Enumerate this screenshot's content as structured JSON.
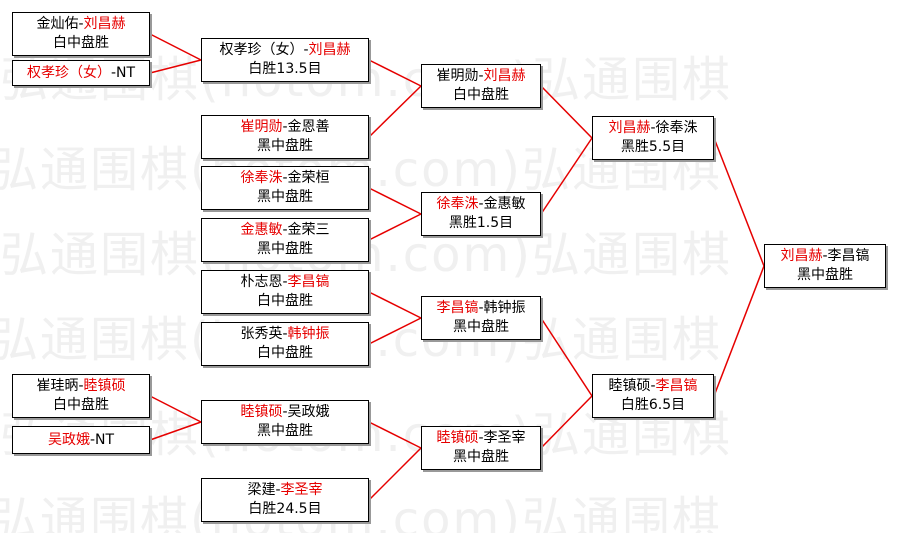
{
  "watermark": "弘通围棋(hotom.com)弘通围棋",
  "colors": {
    "highlight": "#e60000",
    "line": "#e60000",
    "border": "#000000"
  },
  "matches": {
    "r1_1": {
      "name": [
        {
          "t": "金灿佑-"
        },
        {
          "t": "刘昌赫",
          "hl": true
        }
      ],
      "result": "白中盘胜"
    },
    "r1_2": {
      "name": [
        {
          "t": "权孝珍（女）",
          "hl": true
        },
        {
          "t": "-NT"
        }
      ],
      "result": ""
    },
    "r1_3": {
      "name": [
        {
          "t": "崔珪昞-"
        },
        {
          "t": "睦镇硕",
          "hl": true
        }
      ],
      "result": "白中盘胜"
    },
    "r1_4": {
      "name": [
        {
          "t": "吴政娥",
          "hl": true
        },
        {
          "t": "-NT"
        }
      ],
      "result": ""
    },
    "r2_1": {
      "name": [
        {
          "t": "权孝珍（女）-"
        },
        {
          "t": "刘昌赫",
          "hl": true
        }
      ],
      "result": "白胜13.5目"
    },
    "r2_2": {
      "name": [
        {
          "t": "崔明勋",
          "hl": true
        },
        {
          "t": "-金恩善"
        }
      ],
      "result": "黑中盘胜"
    },
    "r2_3": {
      "name": [
        {
          "t": "徐奉洙",
          "hl": true
        },
        {
          "t": "-金荣桓"
        }
      ],
      "result": "黑中盘胜"
    },
    "r2_4": {
      "name": [
        {
          "t": "金惠敏",
          "hl": true
        },
        {
          "t": "-金荣三"
        }
      ],
      "result": "黑中盘胜"
    },
    "r2_5": {
      "name": [
        {
          "t": "朴志恩-"
        },
        {
          "t": "李昌镐",
          "hl": true
        }
      ],
      "result": "白中盘胜"
    },
    "r2_6": {
      "name": [
        {
          "t": "张秀英-"
        },
        {
          "t": "韩钟振",
          "hl": true
        }
      ],
      "result": "白中盘胜"
    },
    "r2_7": {
      "name": [
        {
          "t": "睦镇硕",
          "hl": true
        },
        {
          "t": "-吴政娥"
        }
      ],
      "result": "黑中盘胜"
    },
    "r2_8": {
      "name": [
        {
          "t": "梁建-"
        },
        {
          "t": "李圣宰",
          "hl": true
        }
      ],
      "result": "白胜24.5目"
    },
    "r3_1": {
      "name": [
        {
          "t": "崔明勋-"
        },
        {
          "t": "刘昌赫",
          "hl": true
        }
      ],
      "result": "白中盘胜"
    },
    "r3_2": {
      "name": [
        {
          "t": "徐奉洙",
          "hl": true
        },
        {
          "t": "-金惠敏"
        }
      ],
      "result": "黑胜1.5目"
    },
    "r3_3": {
      "name": [
        {
          "t": "李昌镐",
          "hl": true
        },
        {
          "t": "-韩钟振"
        }
      ],
      "result": "黑中盘胜"
    },
    "r3_4": {
      "name": [
        {
          "t": "睦镇硕",
          "hl": true
        },
        {
          "t": "-李圣宰"
        }
      ],
      "result": "黑中盘胜"
    },
    "r4_1": {
      "name": [
        {
          "t": "刘昌赫",
          "hl": true
        },
        {
          "t": "-徐奉洙"
        }
      ],
      "result": "黑胜5.5目"
    },
    "r4_2": {
      "name": [
        {
          "t": "睦镇硕-"
        },
        {
          "t": "李昌镐",
          "hl": true
        }
      ],
      "result": "白胜6.5目"
    },
    "final": {
      "name": [
        {
          "t": "刘昌赫",
          "hl": true
        },
        {
          "t": "-李昌镐"
        }
      ],
      "result": "黑中盘胜"
    }
  }
}
